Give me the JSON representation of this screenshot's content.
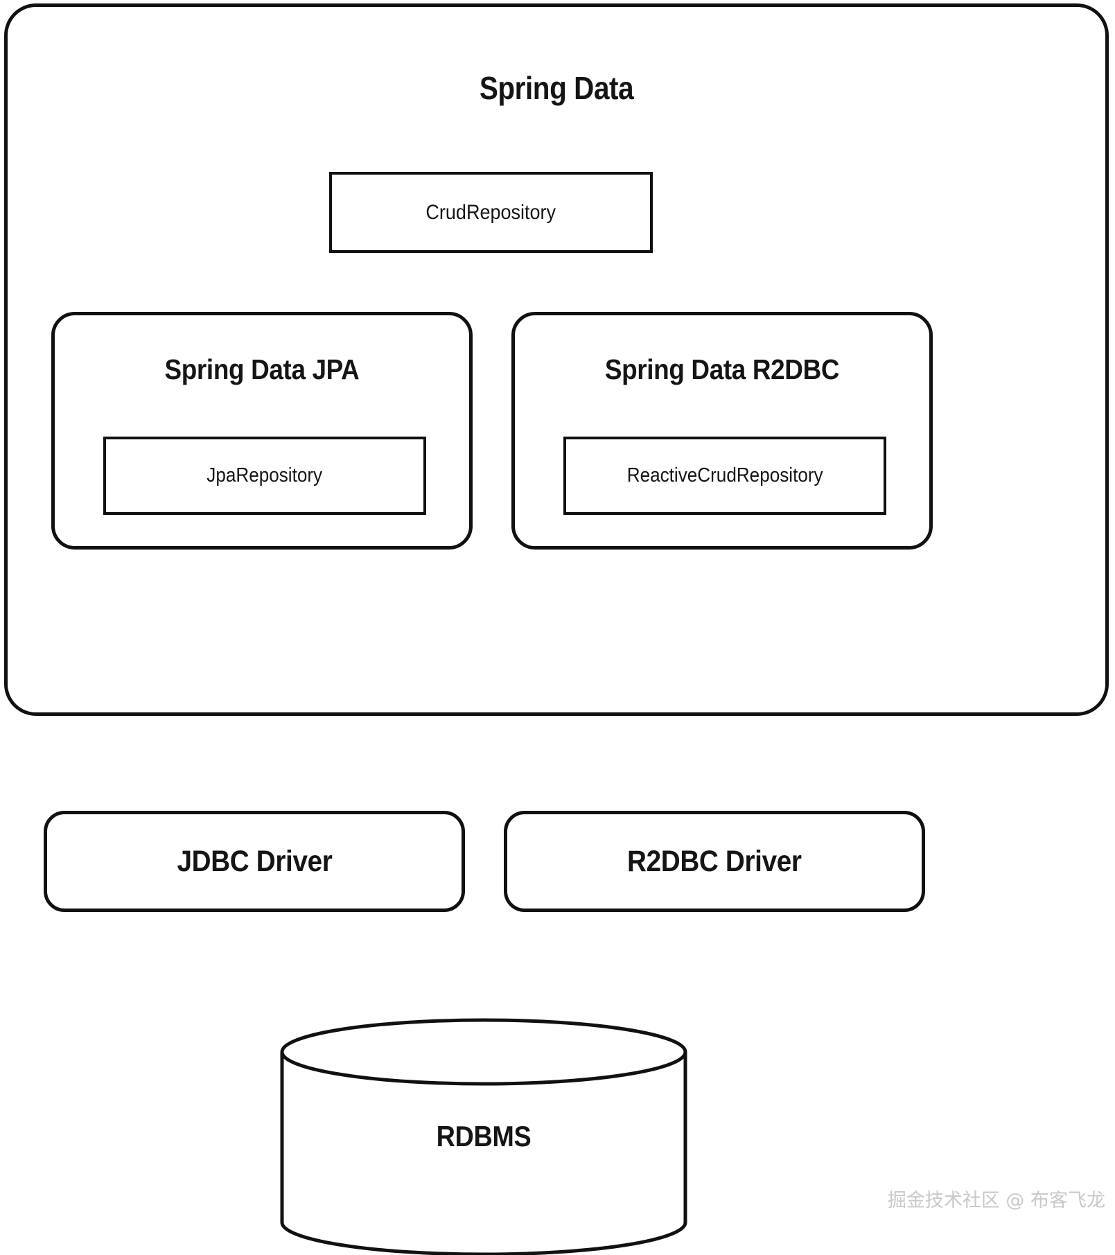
{
  "diagram": {
    "title": "Spring Data",
    "top_interface": {
      "label": "CrudRepository"
    },
    "modules": [
      {
        "title": "Spring Data JPA",
        "interface": {
          "label": "JpaRepository"
        }
      },
      {
        "title": "Spring Data R2DBC",
        "interface": {
          "label": "ReactiveCrudRepository"
        }
      }
    ],
    "drivers": [
      {
        "label": "JDBC Driver"
      },
      {
        "label": "R2DBC Driver"
      }
    ],
    "datastore": {
      "label": "RDBMS",
      "shape": "cylinder"
    },
    "watermark": "掘金技术社区 @ 布客飞龙",
    "colors": {
      "stroke": "#111111",
      "background": "#ffffff",
      "text": "#151515",
      "watermark": "#c9c9c9"
    }
  }
}
